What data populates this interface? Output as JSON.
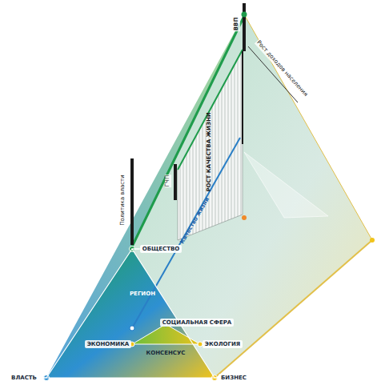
{
  "diagram": {
    "nodes": [
      {
        "text": [
          "ВЛАСТЬ"
        ]
      },
      {
        "text": [
          "БИЗНЕС"
        ]
      },
      {
        "text": [
          "ОБЩЕСТВО"
        ]
      },
      {
        "text": [
          "СОЦИАЛЬНАЯ СФЕРА"
        ]
      },
      {
        "text": [
          "ЭКОНОМИКА"
        ]
      },
      {
        "text": [
          "ЭКОЛОГИЯ"
        ]
      }
    ],
    "edges": [
      {
        "from": 0,
        "to": 1,
        "arrow": "none"
      },
      {
        "from": 1,
        "to": 2,
        "arrow": "none"
      },
      {
        "from": 2,
        "to": 0,
        "arrow": "none"
      }
    ],
    "labels": [
      "Политика власти",
      "ГЧП",
      "РОСТ КАЧЕСТВА ЖИЗНИ",
      "ВВП",
      "Рост доходов населения",
      "Качество жизни",
      "РЕГИОН",
      "КОНСЕНСУС"
    ]
  }
}
